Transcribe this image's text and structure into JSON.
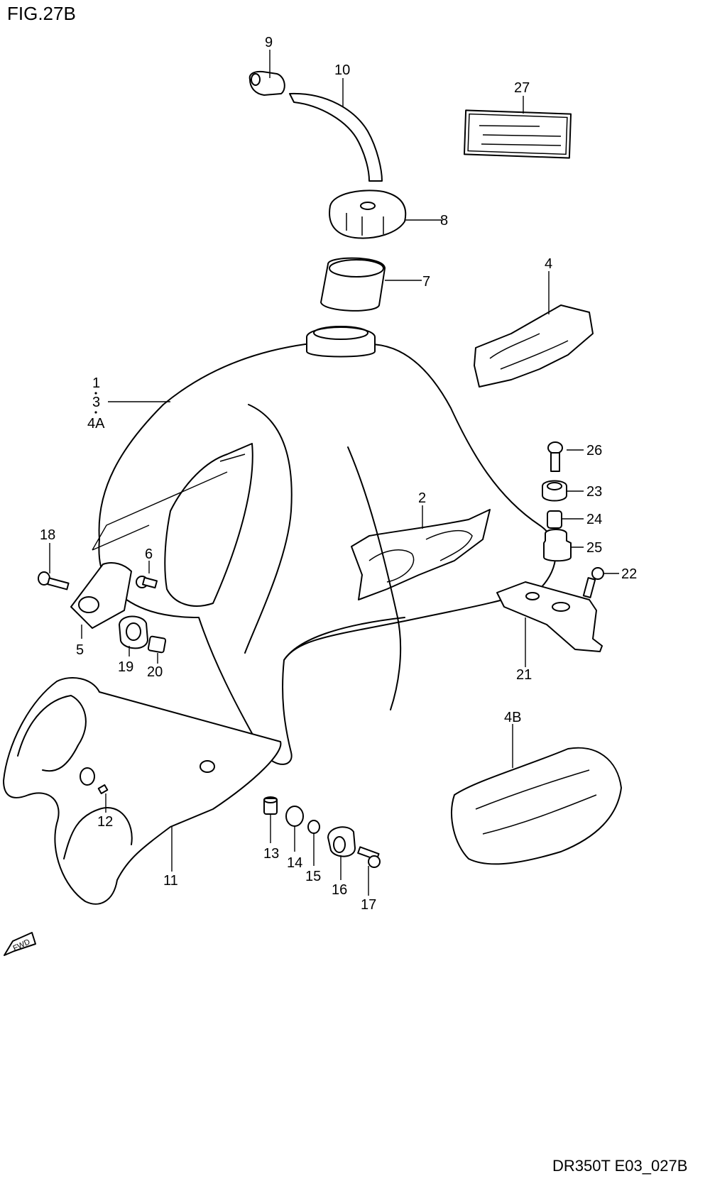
{
  "figure": {
    "title": "FIG.27B",
    "code": "DR350T E03_027B",
    "fwd_label": "FWD"
  },
  "callouts": {
    "c1": "1",
    "c3": "3",
    "c4a": "4A",
    "c2": "2",
    "c4": "4",
    "c4b": "4B",
    "c5": "5",
    "c6": "6",
    "c7": "7",
    "c8": "8",
    "c9": "9",
    "c10": "10",
    "c11": "11",
    "c12": "12",
    "c13": "13",
    "c14": "14",
    "c15": "15",
    "c16": "16",
    "c17": "17",
    "c18": "18",
    "c19": "19",
    "c20": "20",
    "c21": "21",
    "c22": "22",
    "c23": "23",
    "c24": "24",
    "c25": "25",
    "c26": "26",
    "c27": "27"
  }
}
